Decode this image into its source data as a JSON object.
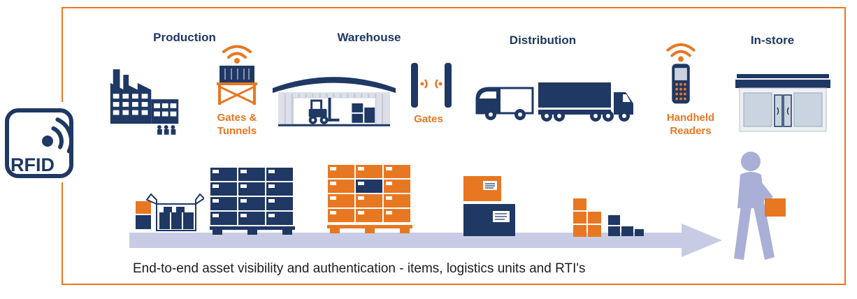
{
  "logo": {
    "text": "RFID"
  },
  "stages": [
    {
      "label": "Production"
    },
    {
      "label": "Warehouse"
    },
    {
      "label": "Distribution"
    },
    {
      "label": "In-store"
    }
  ],
  "checkpoints": [
    {
      "label": "Gates & Tunnels"
    },
    {
      "label": "Gates"
    },
    {
      "label": "Handheld Readers"
    }
  ],
  "caption": "End-to-end asset visibility and authentication - items, logistics units and RTI's",
  "colors": {
    "accent_orange": "#E87722",
    "navy": "#1F3864",
    "arrow_lavender": "#C7CCE4",
    "person_lavender": "#A9AFD6"
  },
  "icons": [
    "rfid-logo",
    "factory-icon",
    "rfid-tunnel-icon",
    "warehouse-icon",
    "rfid-gate-icon",
    "truck-icon",
    "handheld-reader-icon",
    "store-icon",
    "open-box-icon",
    "pallet-stack-navy-icon",
    "pallet-stack-orange-icon",
    "parcel-stack-icon",
    "small-boxes-icon",
    "flow-arrow",
    "person-icon"
  ]
}
